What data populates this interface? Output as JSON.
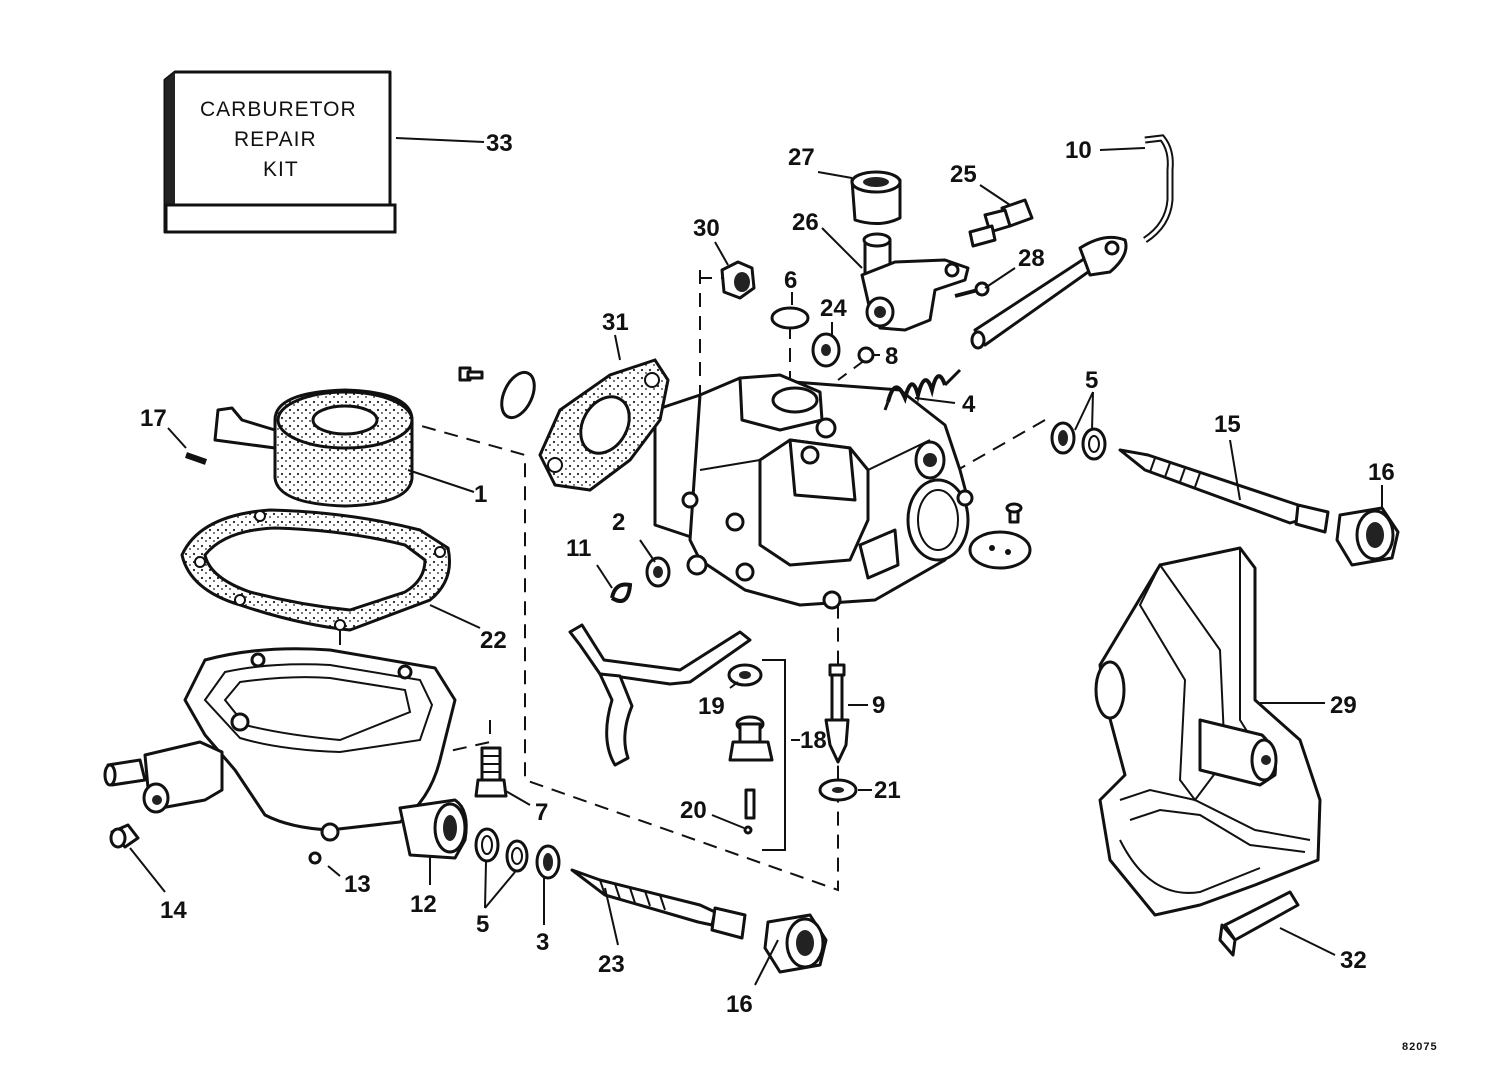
{
  "kit_label": [
    "CARBURETOR",
    "REPAIR",
    "KIT"
  ],
  "figure_number": "82075",
  "callouts": {
    "c1": "1",
    "c2": "2",
    "c3": "3",
    "c4": "4",
    "c5a": "5",
    "c5b": "5",
    "c6": "6",
    "c7": "7",
    "c8": "8",
    "c9": "9",
    "c10": "10",
    "c11": "11",
    "c12": "12",
    "c13": "13",
    "c14": "14",
    "c15": "15",
    "c16a": "16",
    "c16b": "16",
    "c17": "17",
    "c18": "18",
    "c19": "19",
    "c20": "20",
    "c21": "21",
    "c22": "22",
    "c23": "23",
    "c24": "24",
    "c25": "25",
    "c26": "26",
    "c27": "27",
    "c28": "28",
    "c29": "29",
    "c30": "30",
    "c31": "31",
    "c32": "32",
    "c33": "33"
  }
}
